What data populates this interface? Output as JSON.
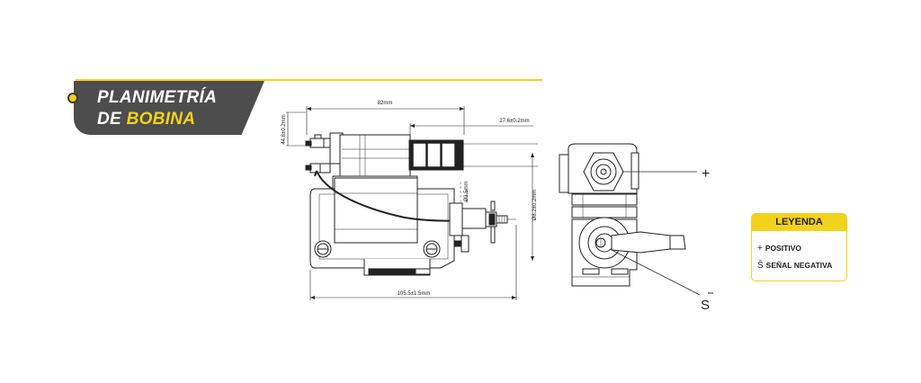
{
  "title": {
    "line1": "PLANIMETRÍA",
    "line2_prefix": "DE ",
    "line2_accent": "BOBINA"
  },
  "dimensions": {
    "width_top": "82mm",
    "offset": "27.6±0.2mm",
    "height_left": "44.8±0.2mm",
    "bore": "Ø3.5mm",
    "diameter": "Ø8.2±0.2mm",
    "width_bottom": "105.5±1.5mm"
  },
  "terminals": {
    "positive": "+",
    "negative": "S"
  },
  "legend": {
    "header": "LEYENDA",
    "item1_symbol": "+",
    "item1_label": "POSITIVO",
    "item2_symbol": "S̄",
    "item2_label": "SEÑAL NEGATIVA"
  },
  "colors": {
    "accent": "#f2d21b",
    "title_bg": "#4d4d4d",
    "line": "#222222"
  }
}
